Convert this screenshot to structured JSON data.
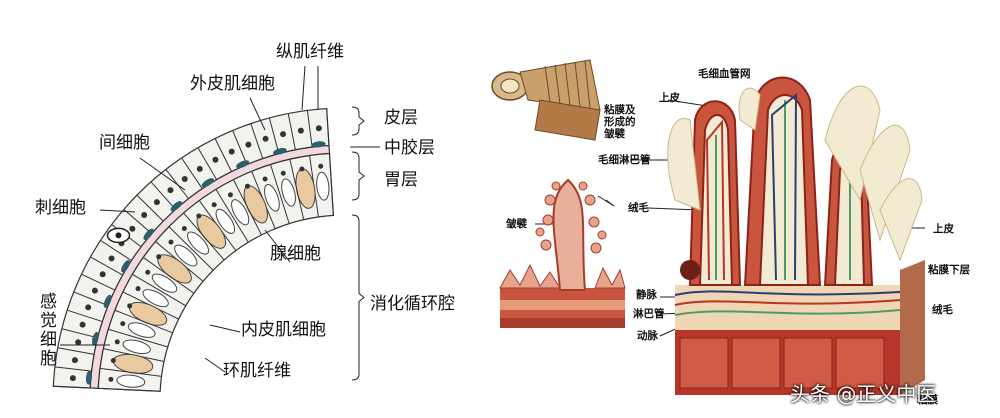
{
  "left_labels": {
    "longitudinal_fiber": "纵肌纤维",
    "ectodermal_muscle_cell": "外皮肌细胞",
    "interstitial_cell": "间细胞",
    "cnidocyte": "刺细胞",
    "sensory_cell": "感觉细胞",
    "epidermis": "皮层",
    "mesoglea": "中胶层",
    "gastrodermis": "胃层",
    "gland_cell": "腺细胞",
    "gastrovascular_cavity": "消化循环腔",
    "endodermal_muscle_cell": "内皮肌细胞",
    "circular_fiber": "环肌纤维"
  },
  "right_labels": {
    "capillary_network": "毛细血管网",
    "epithelium_top": "上皮",
    "mucosa_fold": "粘膜及形成的皱襞",
    "lymph_capillary": "毛细淋巴管",
    "villi": "绒毛",
    "fold": "皱襞",
    "epithelium_right": "上皮",
    "submucosa": "粘膜下层",
    "vein": "静脉",
    "lymph_vessel": "淋巴管",
    "artery": "动脉",
    "villi_right": "绒毛",
    "bottom_cut": "粘膜"
  },
  "watermark": "头条 @正义中医",
  "colors": {
    "cell_fill": "#f2f2ee",
    "gland_fill": "#e8c9a0",
    "tissue_red": "#b8352a",
    "tissue_pink": "#e6a48a",
    "cream": "#f3ead2",
    "lymph_green": "#4f9a6a",
    "vein_blue": "#2a3f7a"
  }
}
